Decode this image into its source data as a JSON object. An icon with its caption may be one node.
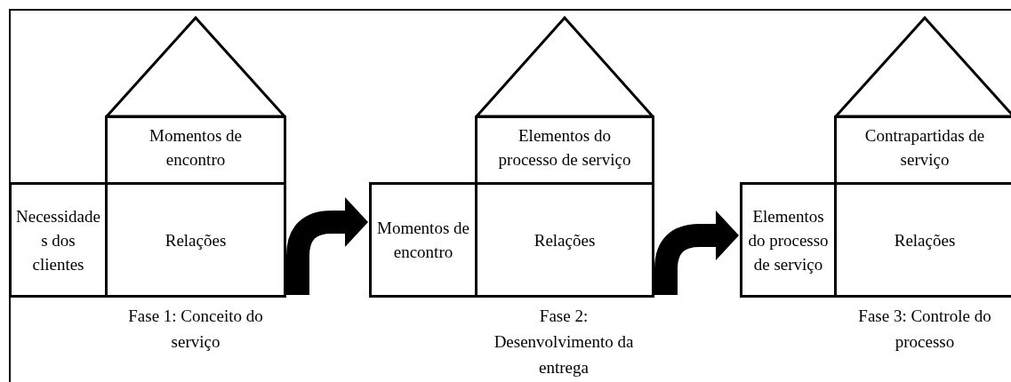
{
  "diagram": {
    "nodes": [
      {
        "text": [],
        "shape": "triangle"
      },
      {
        "text": [
          "Momentos de encontro"
        ]
      },
      {
        "text": [
          "Necessidades dos clientes"
        ]
      },
      {
        "text": [
          "Relações"
        ]
      },
      {
        "text": [],
        "shape": "triangle"
      },
      {
        "text": [
          "Elementos do processo de serviço"
        ]
      },
      {
        "text": [
          "Momentos de encontro"
        ]
      },
      {
        "text": [
          "Relações"
        ]
      },
      {
        "text": [],
        "shape": "triangle"
      },
      {
        "text": [
          "Contrapartidas de serviço"
        ]
      },
      {
        "text": [
          "Elementos do processo de serviço"
        ]
      },
      {
        "text": [
          "Relações"
        ]
      }
    ],
    "edges": [
      {
        "from": 3,
        "to": 6,
        "arrow": "to"
      },
      {
        "from": 7,
        "to": 10,
        "arrow": "to"
      }
    ],
    "labels": [
      "Fase 1: Conceito do serviço",
      "Fase 2: Desenvolvimento da entrega",
      "Fase 3: Controle do processo"
    ]
  }
}
